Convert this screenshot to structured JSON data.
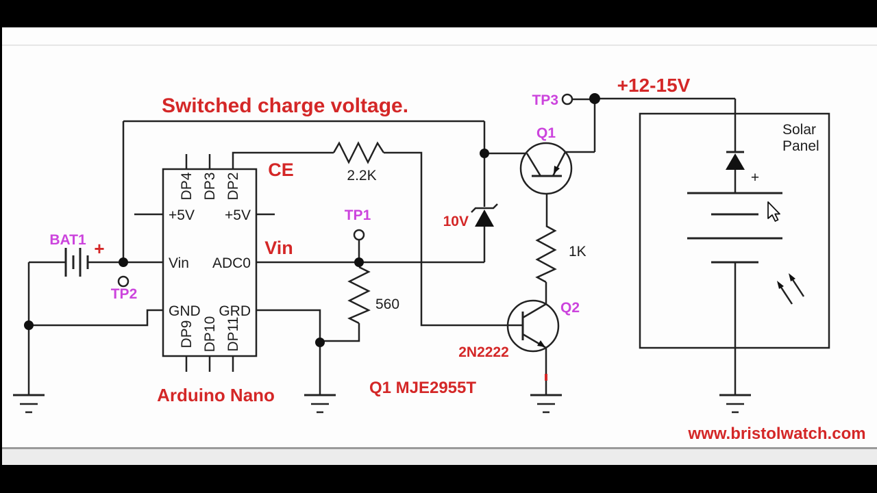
{
  "title": "Switched charge voltage.",
  "watermark": "www.bristolwatch.com",
  "colors": {
    "label_red": "#d42727",
    "label_magenta": "#cc44dd",
    "wire_black": "#222222",
    "background": "#ffffff",
    "letterbox": "#000000"
  },
  "nets": {
    "supply": "+12-15V",
    "ce": "CE",
    "vin_sense": "Vin"
  },
  "testpoints": {
    "tp1": "TP1",
    "tp2": "TP2",
    "tp3": "TP3"
  },
  "components": {
    "battery": {
      "ref": "BAT1",
      "polarity": "+"
    },
    "q1": {
      "ref": "Q1",
      "part_label": "Q1 MJE2955T"
    },
    "q2": {
      "ref": "Q2",
      "part": "2N2222"
    },
    "zener": {
      "value": "10V"
    },
    "r_base": {
      "value": "2.2K"
    },
    "r_adc": {
      "value": "560"
    },
    "r_q1": {
      "value": "1K"
    },
    "solar": {
      "line1": "Solar",
      "line2": "Panel",
      "polarity": "+"
    }
  },
  "arduino": {
    "name": "Arduino Nano",
    "pins_top": [
      "DP4",
      "DP3",
      "DP2"
    ],
    "pins_left": [
      "+5V",
      "Vin",
      "GND"
    ],
    "pins_right": [
      "+5V",
      "ADC0",
      "GRD"
    ],
    "pins_bottom": [
      "DP9",
      "DP10",
      "DP11"
    ]
  }
}
